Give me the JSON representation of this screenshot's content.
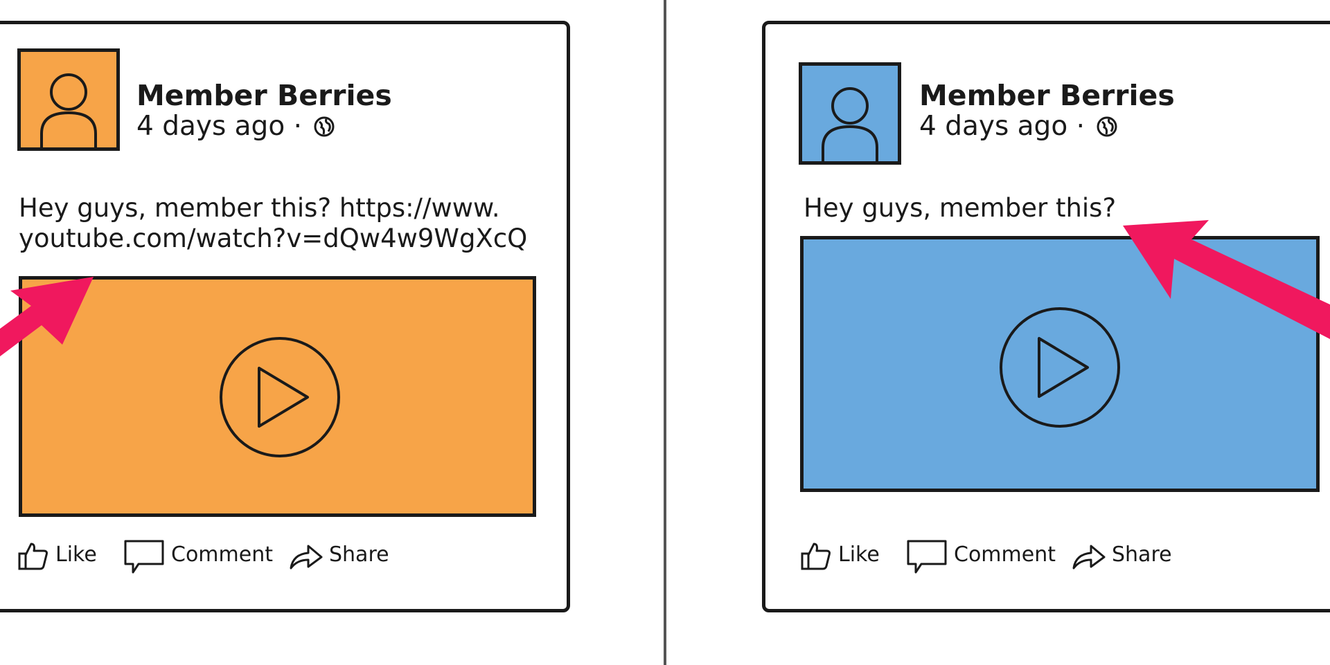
{
  "colors": {
    "left_accent": "#f7a448",
    "right_accent": "#69a9de",
    "arrow": "#f0185e",
    "outline": "#1a1a1a"
  },
  "left_post": {
    "author": "Member Berries",
    "timestamp": "4 days ago ·",
    "text_line1": "Hey guys, member this? https://www.",
    "text_line2": "youtube.com/watch?v=dQw4w9WgXcQ",
    "actions": {
      "like": "Like",
      "comment": "Comment",
      "share": "Share"
    }
  },
  "right_post": {
    "author": "Member Berries",
    "timestamp": "4 days ago ·",
    "text_line1": "Hey guys, member this?",
    "actions": {
      "like": "Like",
      "comment": "Comment",
      "share": "Share"
    }
  },
  "icons": [
    "avatar-icon",
    "globe-icon",
    "play-icon",
    "like-icon",
    "comment-icon",
    "share-icon",
    "arrow-icon"
  ]
}
